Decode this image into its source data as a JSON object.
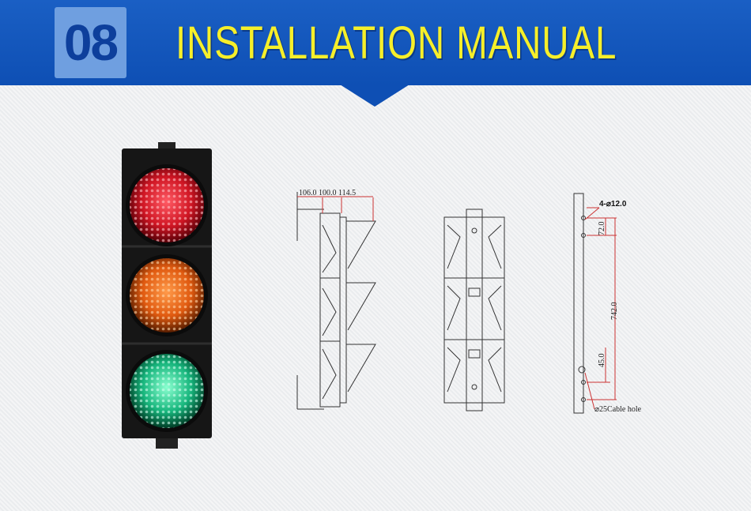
{
  "header": {
    "number": "08",
    "title": "INSTALLATION MANUAL"
  },
  "side_view": {
    "dimensions": "106.0 100.0 114.5"
  },
  "bracket_view": {
    "hole_label": "4-⌀12.0",
    "spacing_top": "72.0",
    "spacing_main": "742.0",
    "spacing_bottom": "45.0",
    "cable_label": "⌀25Cable hole"
  },
  "colors": {
    "banner": "#0e4fb4",
    "title": "#f6ef2a",
    "red_lamp": "#e01b2a",
    "amber_lamp": "#f06a1c",
    "green_lamp": "#1ec98a"
  }
}
